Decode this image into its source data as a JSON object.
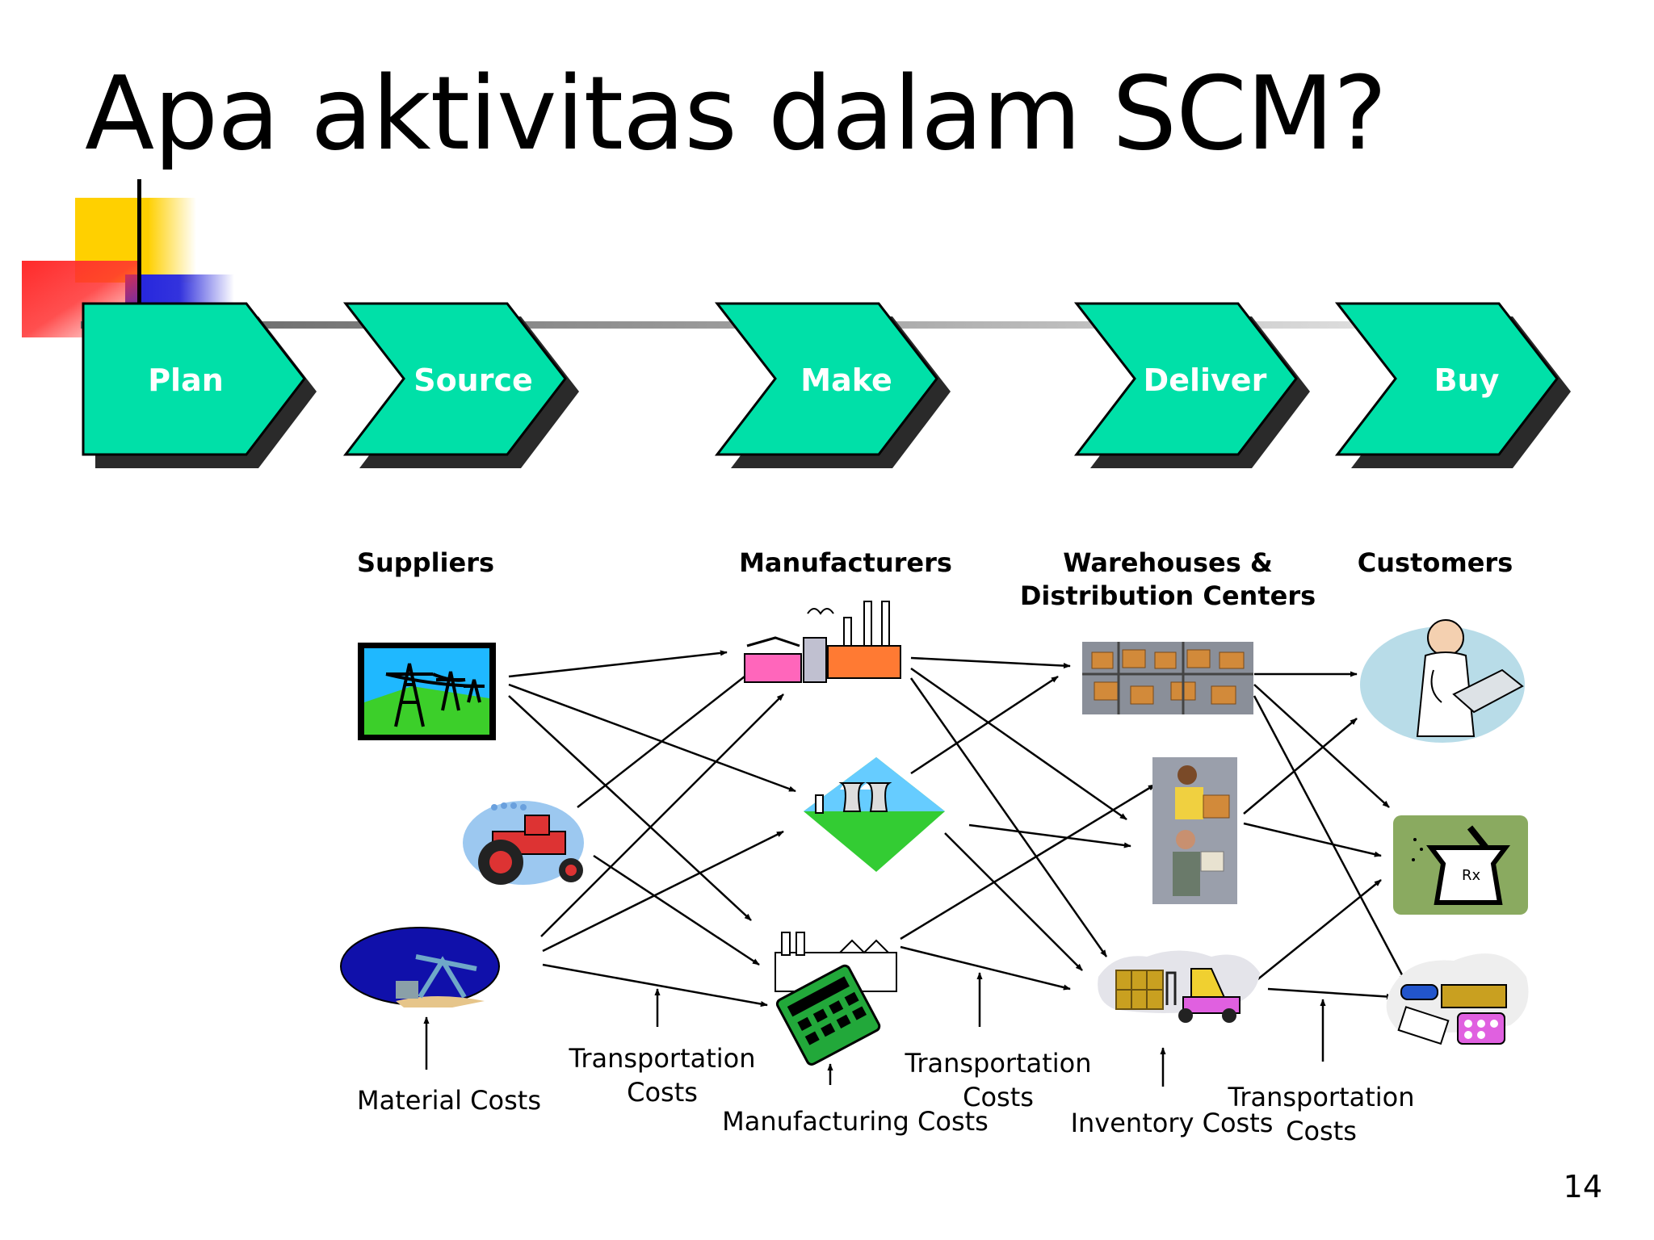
{
  "title": "Apa aktivitas dalam SCM?",
  "page_number": "14",
  "colors": {
    "chevron_fill": "#00e0a8",
    "chevron_shadow": "#2a2a2a",
    "deco_yellow": "#ffd000",
    "deco_red": "#ff2a2a",
    "deco_blue": "#2222dd"
  },
  "stages": [
    "Plan",
    "Source",
    "Make",
    "Deliver",
    "Buy"
  ],
  "columns": {
    "suppliers": "Suppliers",
    "manufacturers": "Manufacturers",
    "warehouses_line1": "Warehouses &",
    "warehouses_line2": "Distribution Centers",
    "customers": "Customers"
  },
  "costs": {
    "material": "Material Costs",
    "transport1_line1": "Transportation",
    "transport1_line2": "Costs",
    "manufacturing": "Manufacturing Costs",
    "transport2_line1": "Transportation",
    "transport2_line2": "Costs",
    "inventory": "Inventory Costs",
    "transport3_line1": "Transportation",
    "transport3_line2": "Costs"
  },
  "icons": {
    "supplier_1": "power-lines-icon",
    "supplier_2": "tractor-icon",
    "supplier_3": "oil-pump-icon",
    "manufacturer_1": "factory-icon",
    "manufacturer_2": "power-plant-icon",
    "manufacturer_3": "factory-calculator-icon",
    "warehouse_1": "warehouse-shelves-icon",
    "warehouse_2": "workers-boxes-icon",
    "warehouse_3": "forklift-icon",
    "customer_1": "doctor-icon",
    "customer_2": "pharmacy-mortar-icon",
    "customer_3": "medicine-icon"
  }
}
